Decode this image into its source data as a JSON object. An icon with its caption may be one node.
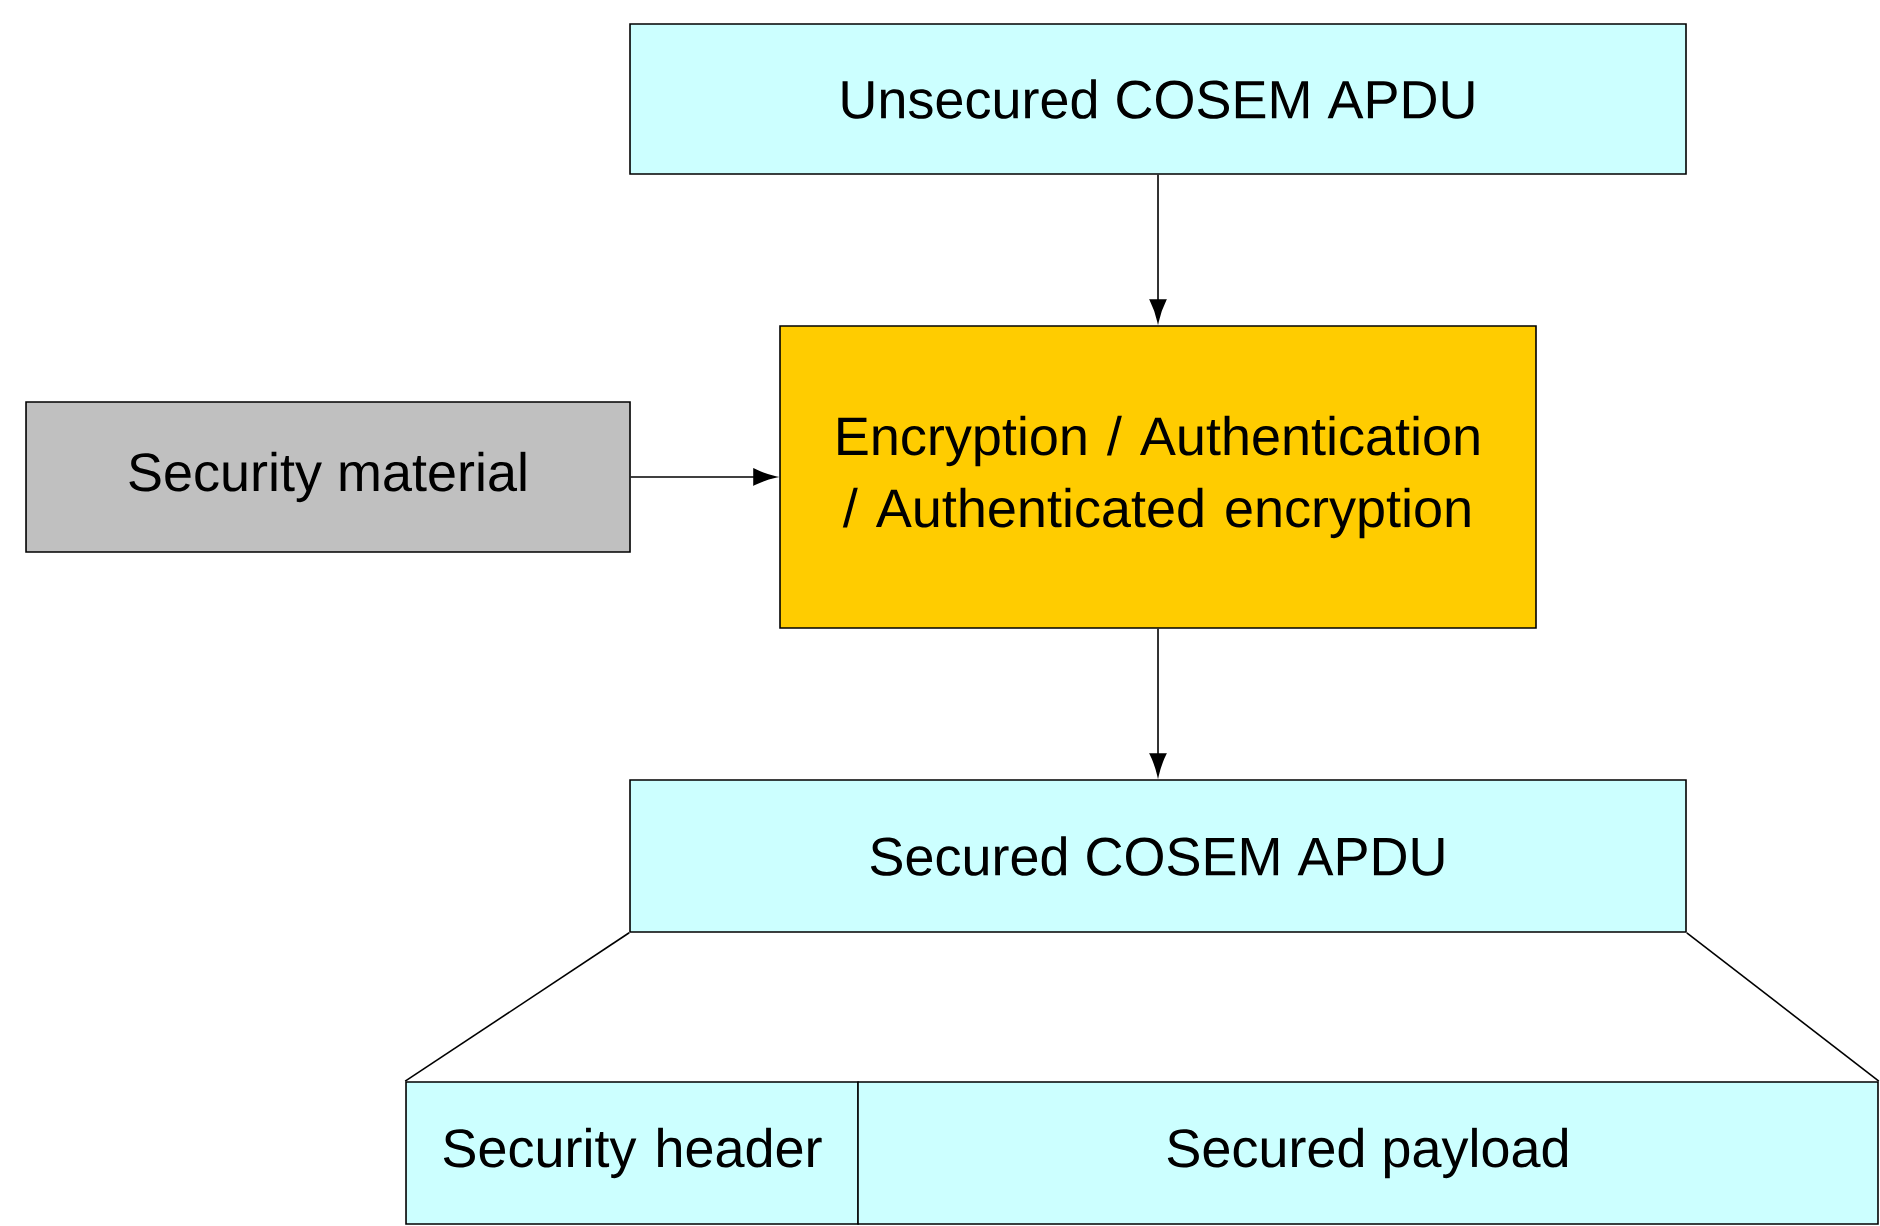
{
  "diagram": {
    "nodes": [
      {
        "text": [
          "Unsecured COSEM APDU"
        ]
      },
      {
        "text": [
          "Security material"
        ]
      },
      {
        "text": [
          "Encryption / Authentication / Authenticated encryption"
        ]
      },
      {
        "text": [
          "Secured COSEM APDU"
        ]
      },
      {
        "text": [
          "Security header"
        ]
      },
      {
        "text": [
          "Secured payload"
        ]
      }
    ],
    "edges": [
      {
        "from": 0,
        "to": 2,
        "arrow": "to"
      },
      {
        "from": 1,
        "to": 2,
        "arrow": "to"
      },
      {
        "from": 2,
        "to": 3,
        "arrow": "to"
      },
      {
        "from": 3,
        "to": 4,
        "arrow": "none"
      },
      {
        "from": 3,
        "to": 5,
        "arrow": "none"
      }
    ]
  }
}
